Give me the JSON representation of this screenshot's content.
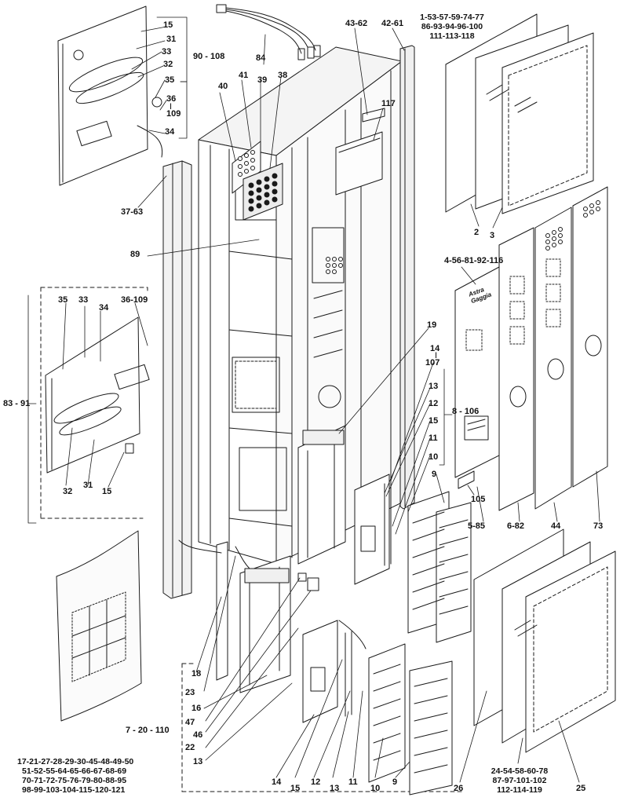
{
  "title": "",
  "labels": {
    "g1_15": "15",
    "g1_31": "31",
    "g1_33": "33",
    "g1_32": "32",
    "g1_35": "35",
    "g1_36": "36",
    "g1_tilde": "I",
    "g1_109": "109",
    "g1_34": "34",
    "r90_108": "90 - 108",
    "r84": "84",
    "r40": "40",
    "r41": "41",
    "r39": "39",
    "r38": "38",
    "r43_62": "43-62",
    "r42_61": "42-61",
    "r117": "117",
    "r37_63": "37-63",
    "r89": "89",
    "g2_33": "33",
    "g2_36_109": "36-109",
    "g2_35": "35",
    "g2_34": "34",
    "g2_32": "32",
    "g2_31": "31",
    "g2_15": "15",
    "r83_91": "83 - 91",
    "r2": "2",
    "r3": "3",
    "r4_56": "4-56-81-92-116",
    "r19": "19",
    "r14": "14",
    "r107": "107",
    "r13": "13",
    "r12": "12",
    "r15": "15",
    "r11": "11",
    "r10": "10",
    "r9": "9",
    "r8_106": "8 - 106",
    "r105": "105",
    "r5_85": "5-85",
    "r6_82": "6-82",
    "r44": "44",
    "r73": "73",
    "r18": "18",
    "r23": "23",
    "r16": "16",
    "r47": "47",
    "r46": "46",
    "r22": "22",
    "r13b": "13",
    "r7_20_110": "7 - 20 - 110",
    "b14": "14",
    "b15": "15",
    "b12": "12",
    "b13": "13",
    "b11": "11",
    "b10": "10",
    "b9": "9",
    "b26": "26",
    "b25": "25"
  },
  "blocks": {
    "top_right": [
      "1-53-57-59-74-77",
      "86-93-94-96-100",
      "111-113-118"
    ],
    "bottom_left": [
      "17-21-27-28-29-30-45-48-49-50",
      "51-52-55-64-65-66-67-68-69",
      "70-71-72-75-76-79-80-88-95",
      "98-99-103-104-115-120-121"
    ],
    "bottom_right": [
      "24-54-58-60-78",
      "87-97-101-102",
      "112-114-119"
    ]
  },
  "door_sign": {
    "line1": "Astra",
    "line2": "Gaggia"
  },
  "colors": {
    "ink": "#1a1a1a",
    "paper": "#ffffff",
    "shade": "#e6e6e6"
  }
}
